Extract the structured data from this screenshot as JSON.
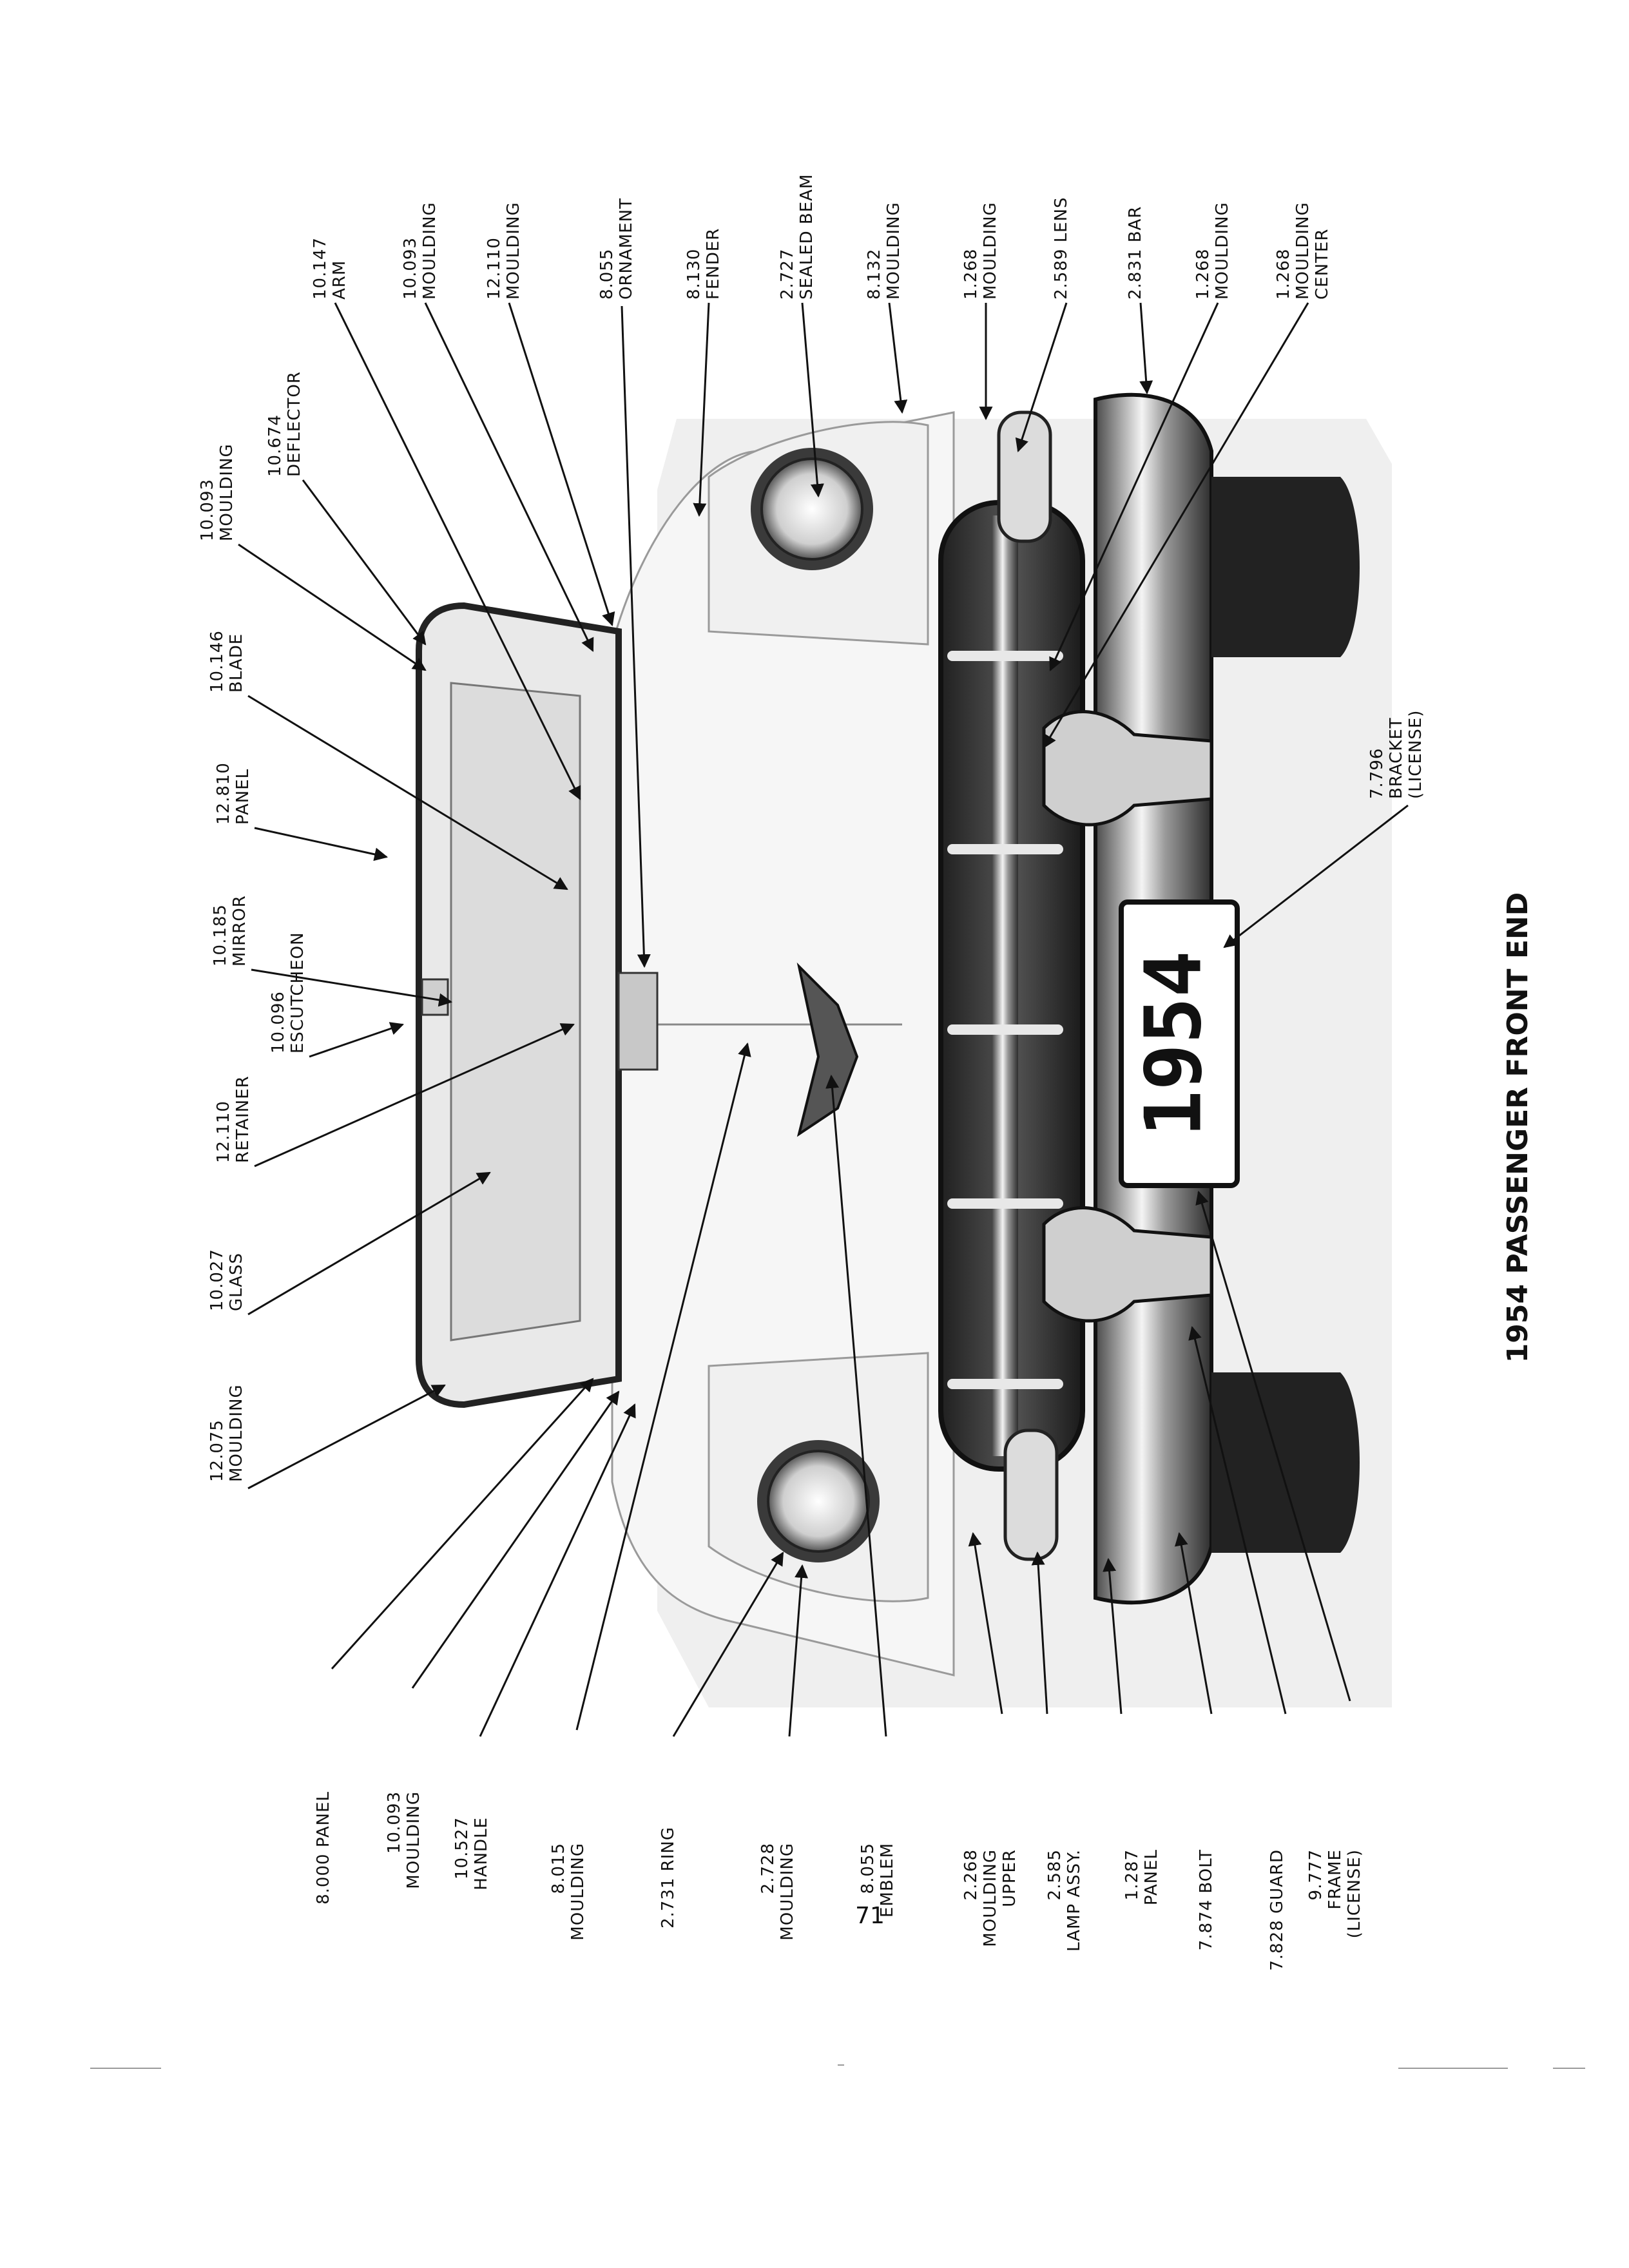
{
  "title": "1954 PASSENGER FRONT END",
  "page_number": "71",
  "plate": {
    "number": "1954"
  },
  "colors": {
    "ink": "#111111",
    "paper": "#ffffff",
    "photo_light": "#f2f2f2",
    "photo_mid": "#bdbdbd",
    "photo_dark": "#3a3a3a"
  },
  "labels": {
    "top": [
      {
        "line1": "10.147",
        "line2": "ARM"
      },
      {
        "line1": "10.093",
        "line2": "MOULDING"
      },
      {
        "line1": "12.110",
        "line2": "MOULDING"
      },
      {
        "line1": "8.055",
        "line2": "ORNAMENT"
      },
      {
        "line1": "8.130",
        "line2": "FENDER"
      },
      {
        "line1": "2.727",
        "line2": "SEALED BEAM"
      },
      {
        "line1": "8.132",
        "line2": "MOULDING"
      },
      {
        "line1": "1.268",
        "line2": "MOULDING"
      },
      {
        "line1": "2.589 LENS"
      },
      {
        "line1": "2.831 BAR"
      },
      {
        "line1": "1.268",
        "line2": "MOULDING"
      },
      {
        "line1": "1.268",
        "line2": "MOULDING",
        "line3": "CENTER"
      }
    ],
    "left": [
      {
        "line1": "10.093",
        "line2": "MOULDING"
      },
      {
        "line1": "10.674",
        "line2": "DEFLECTOR"
      },
      {
        "line1": "10.146",
        "line2": "BLADE"
      },
      {
        "line1": "12.810",
        "line2": "PANEL"
      },
      {
        "line1": "10.185",
        "line2": "MIRROR"
      },
      {
        "line1": "10.096",
        "line2": "ESCUTCHEON"
      },
      {
        "line1": "12.110",
        "line2": "RETAINER"
      },
      {
        "line1": "10.027",
        "line2": "GLASS"
      },
      {
        "line1": "12.075",
        "line2": "MOULDING"
      }
    ],
    "bottom": [
      {
        "line1": "8.000 PANEL"
      },
      {
        "line1": "10.093",
        "line2": "MOULDING"
      },
      {
        "line1": "10.527",
        "line2": "HANDLE"
      },
      {
        "line1": "8.015",
        "line2": "MOULDING"
      },
      {
        "line1": "2.731 RING"
      },
      {
        "line1": "2.728",
        "line2": "MOULDING"
      },
      {
        "line1": "8.055",
        "line2": "EMBLEM"
      },
      {
        "line1": "2.268",
        "line2": "MOULDING",
        "line3": "UPPER"
      },
      {
        "line1": "2.585",
        "line2": "LAMP ASSY."
      },
      {
        "line1": "1.287",
        "line2": "PANEL"
      },
      {
        "line1": "7.874 BOLT"
      },
      {
        "line1": "7.828 GUARD"
      },
      {
        "line1": "9.777",
        "line2": "FRAME",
        "line3": "(LICENSE)"
      }
    ],
    "right": [
      {
        "line1": "7.796",
        "line2": "BRACKET",
        "line3": "(LICENSE)"
      }
    ]
  }
}
